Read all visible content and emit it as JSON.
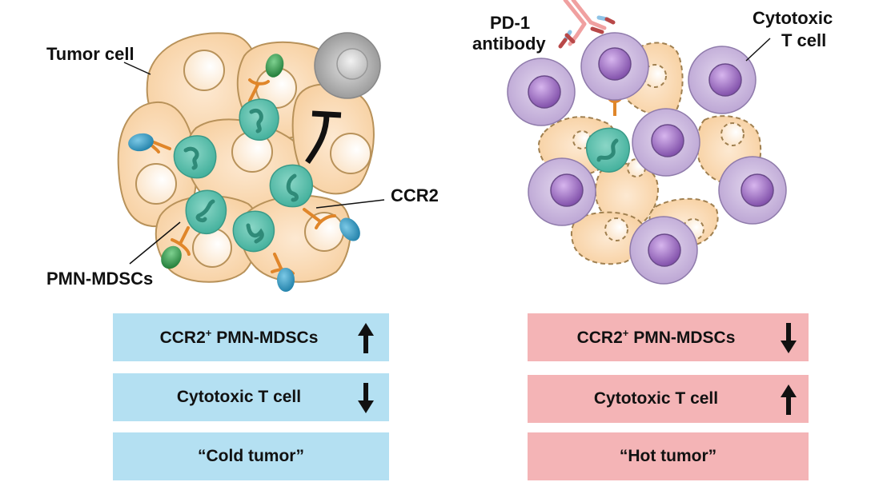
{
  "left_panel": {
    "title": "Cold tumor microenvironment",
    "labels": {
      "tumor_cell": "Tumor cell",
      "ccr2": "CCR2",
      "pmn_mdscs": "PMN-MDSCs"
    },
    "boxes": [
      {
        "text_main": "CCR2",
        "text_sup": "+",
        "text_rest": " PMN-MDSCs",
        "arrow": "up"
      },
      {
        "text_main": "Cytotoxic T cell",
        "text_sup": "",
        "text_rest": "",
        "arrow": "down"
      },
      {
        "text_main": "“Cold tumor”",
        "text_sup": "",
        "text_rest": "",
        "arrow": "none"
      }
    ],
    "box_color": "#b4e0f2"
  },
  "right_panel": {
    "title": "Hot tumor microenvironment",
    "labels": {
      "pd1_line1": "PD-1",
      "pd1_line2": "antibody",
      "ctl_line1": "Cytotoxic",
      "ctl_line2": "T cell"
    },
    "boxes": [
      {
        "text_main": "CCR2",
        "text_sup": "+",
        "text_rest": " PMN-MDSCs",
        "arrow": "down"
      },
      {
        "text_main": "Cytotoxic T cell",
        "text_sup": "",
        "text_rest": "",
        "arrow": "up"
      },
      {
        "text_main": "“Hot tumor”",
        "text_sup": "",
        "text_rest": "",
        "arrow": "none"
      }
    ],
    "box_color": "#f4b4b6"
  },
  "colors": {
    "tumor_fill": "#f8d3a8",
    "tumor_stroke": "#b8925a",
    "mdsc_fill": "#5fbfae",
    "receptor": "#e0862a",
    "ligand_blue": "#2a96c0",
    "ligand_green": "#2f9a4a",
    "t_cell": "#c7b3da",
    "t_nucleus": "#8a5cb0",
    "inactive_cell": "#a3a3a3",
    "antibody": "#f0a0a0"
  }
}
